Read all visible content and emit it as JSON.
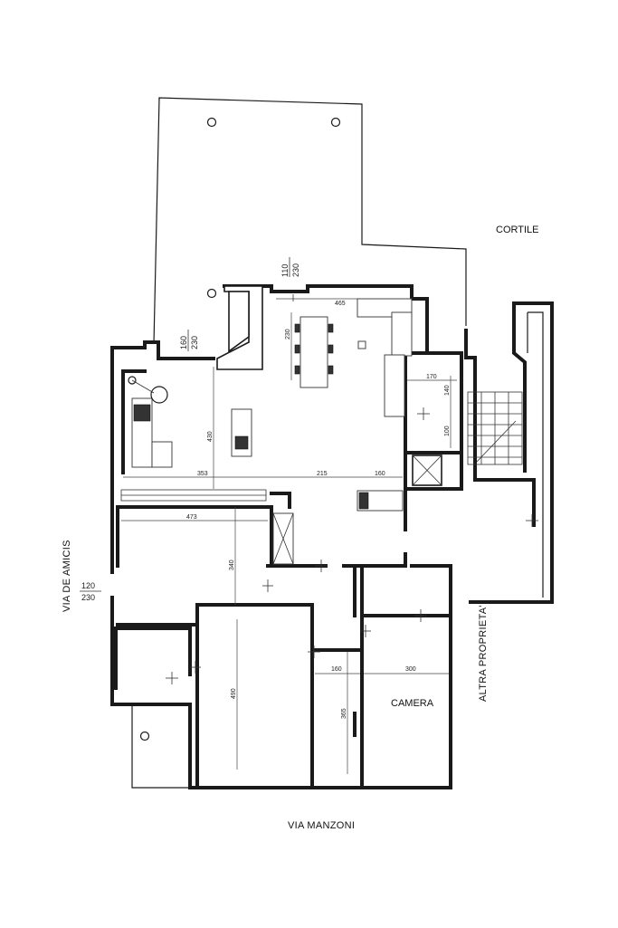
{
  "labels": {
    "cortile": "CORTILE",
    "via_de_amicis": "VIA DE AMICIS",
    "altra_proprieta": "ALTRA PROPRIETA'",
    "via_manzoni": "VIA MANZONI",
    "camera": "CAMERA"
  },
  "window_dims": {
    "top_num": "110",
    "top_den": "230",
    "left_num": "160",
    "left_den": "230",
    "side_num": "120",
    "side_den": "230"
  },
  "dimensions": {
    "d465": "465",
    "d230": "230",
    "d170": "170",
    "d140": "140",
    "d100": "100",
    "d430": "430",
    "d353": "353",
    "d215": "215",
    "d160a": "160",
    "d473": "473",
    "d340": "340",
    "d490": "490",
    "d160b": "160",
    "d300": "300",
    "d365": "365"
  }
}
